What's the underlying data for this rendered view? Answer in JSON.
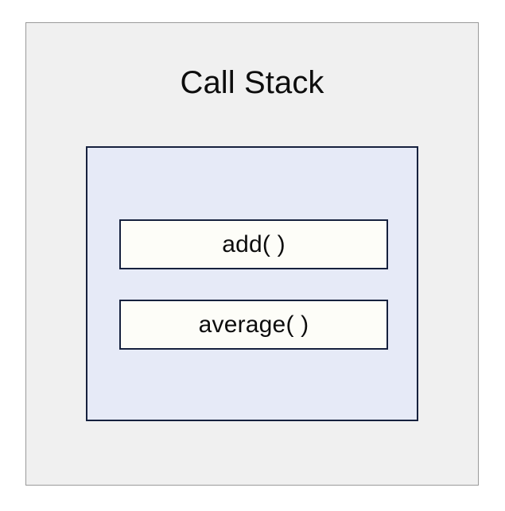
{
  "diagram": {
    "type": "call-stack",
    "title": "Call Stack",
    "colors": {
      "page_background": "#ffffff",
      "outer_frame_fill": "#f0f0f0",
      "outer_frame_border": "#9a9a9a",
      "stack_container_fill": "#e6eaf7",
      "stack_container_border": "#16213e",
      "stack_frame_fill": "#fdfdf8",
      "stack_frame_border": "#16213e",
      "text": "#0d0d0d"
    },
    "stack": {
      "name": "Call Stack",
      "frames": [
        {
          "label": "add( )",
          "position": "top",
          "order": 0
        },
        {
          "label": "average( )",
          "position": "bottom",
          "order": 1
        }
      ]
    }
  }
}
